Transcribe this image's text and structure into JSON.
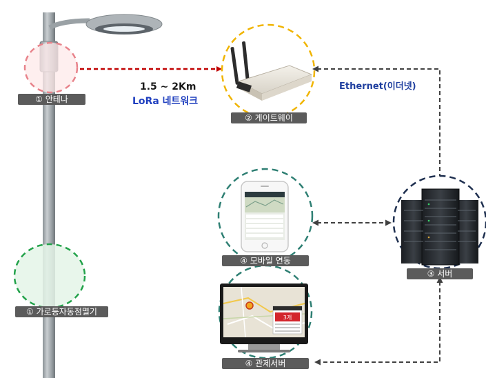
{
  "link": {
    "distance": "1.5 ~ 2Km",
    "network_prefix": "LoRa",
    "network_suffix": " 네트워크",
    "ethernet": "Ethernet(이더넷)"
  },
  "labels": {
    "antenna": "① 안테나",
    "streetlight_flasher": "① 가로등자동점멸기",
    "gateway": "② 게이트웨이",
    "mobile": "④ 모바일 연동",
    "server": "③ 서버",
    "control_server": "④ 관제서버"
  },
  "monitor_badge": "3개",
  "colors": {
    "red_link": "#c00000",
    "dark_link": "#404040",
    "ethernet_text": "#1f3f9f",
    "lora_text": "#1f3fbf",
    "label_bg": "#5b5b5b"
  }
}
